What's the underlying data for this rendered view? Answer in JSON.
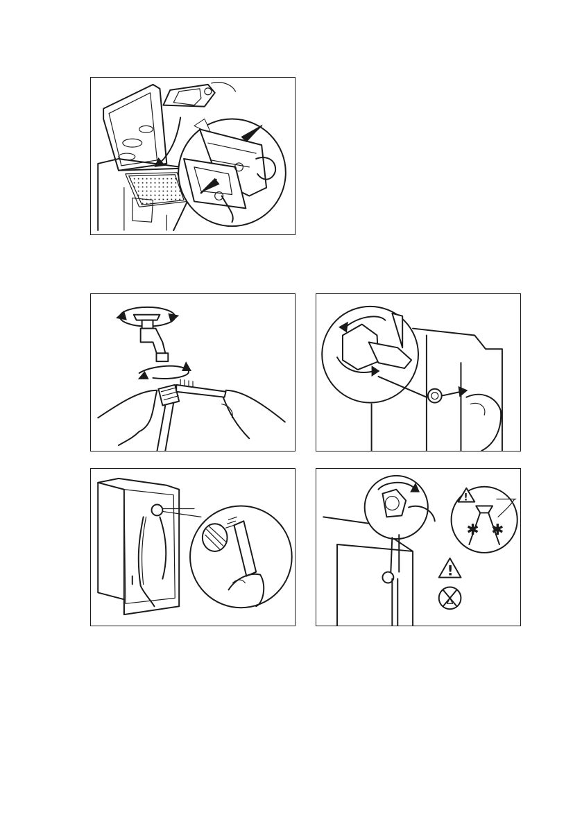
{
  "figures": [
    {
      "id": "filter-drawer",
      "icons": [
        "washing-machine-lid-icon",
        "filter-insert-icon",
        "arrow-icon",
        "zoom-circle-icon",
        "hand-icon"
      ]
    },
    {
      "id": "tap-cleaning",
      "icons": [
        "water-tap-icon",
        "rotate-arrow-icon",
        "hose-connector-icon",
        "toothbrush-icon",
        "hand-icon"
      ]
    },
    {
      "id": "hose-unscrew",
      "icons": [
        "inlet-valve-icon",
        "rotate-arrow-icon",
        "hand-icon",
        "arrow-icon"
      ]
    },
    {
      "id": "rear-filter-brush",
      "icons": [
        "machine-rear-icon",
        "inlet-filter-icon",
        "brush-icon",
        "hand-icon"
      ]
    },
    {
      "id": "hose-reconnect",
      "icons": [
        "rotate-arrow-icon",
        "warning-triangle-icon",
        "no-leak-icon",
        "angle-indicator-icon"
      ]
    }
  ],
  "labels": {
    "angle_cross_left": "✱",
    "angle_cross_right": "✱",
    "warning_mark": "!"
  },
  "colors": {
    "line": "#1a1a1a",
    "background": "#ffffff",
    "hatch": "#cfcfcf"
  }
}
